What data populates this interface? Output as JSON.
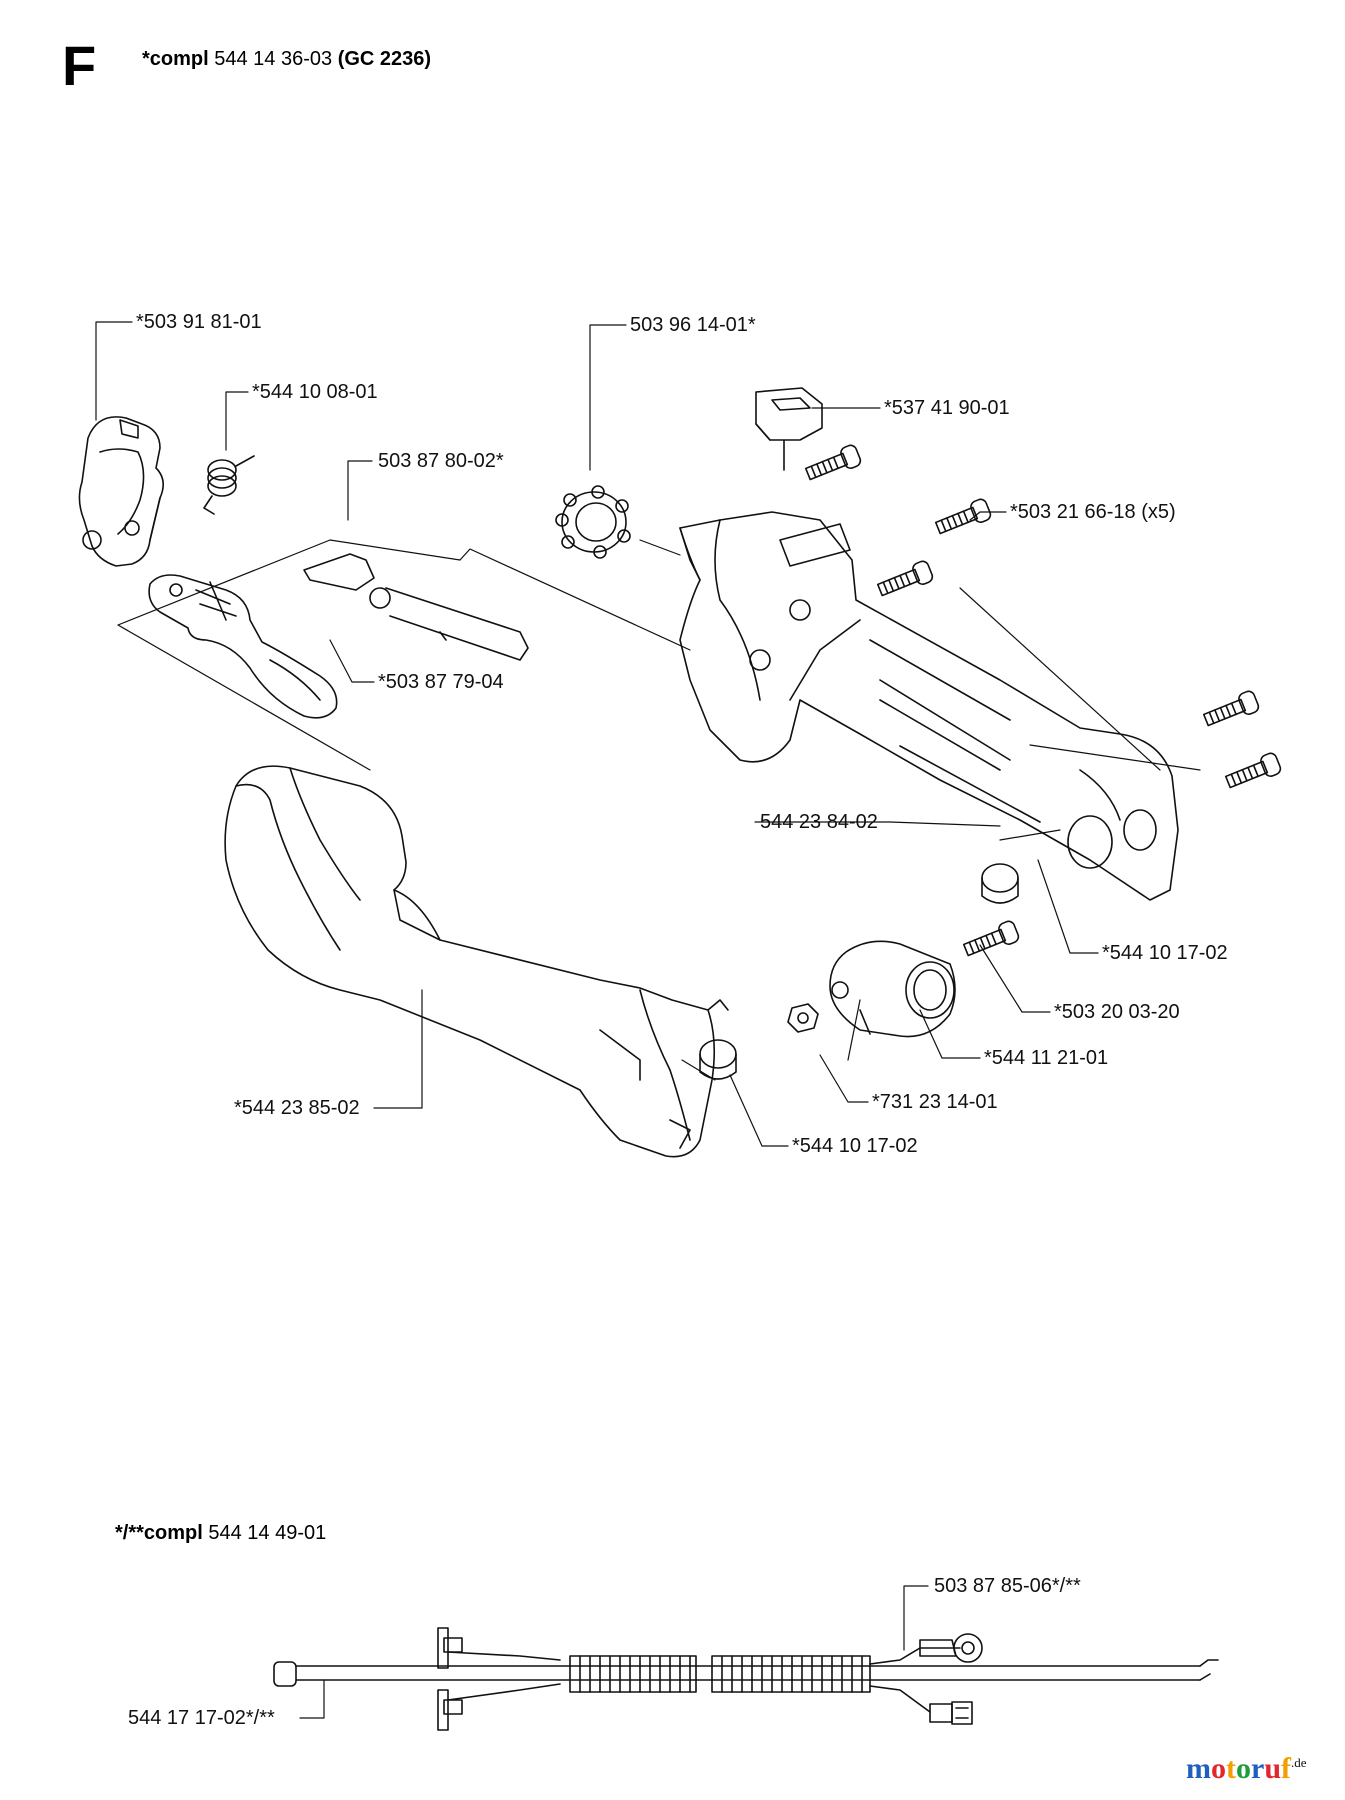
{
  "section": {
    "letter": "F"
  },
  "heading_top": {
    "bold1": "*compl",
    "number": "544 14 36-03",
    "bold2": "(GC 2236)"
  },
  "heading_bottom": {
    "bold1": "*/**compl",
    "number": "544 14 49-01"
  },
  "parts": {
    "p1": "*503 91 81-01",
    "p2": "*544 10 08-01",
    "p3": "503 87 80-02*",
    "p4": "503 96 14-01*",
    "p5": "*537 41 90-01",
    "p6": "*503 21 66-18 (x5)",
    "p7": "*503 87 79-04",
    "p8": "544 23 84-02",
    "p9": "*544 10 17-02",
    "p10": "*503 20 03-20",
    "p11": "*544 11 21-01",
    "p12": "*731 23 14-01",
    "p13": "*544 10 17-02",
    "p14": "*544 23 85-02",
    "p15": "503 87 85-06*/**",
    "p16": "544 17 17-02*/**"
  },
  "watermark": {
    "letters": [
      "m",
      "o",
      "t",
      "o",
      "r",
      "u",
      "f"
    ],
    "suffix": ".de",
    "colors": [
      "#1f5fbf",
      "#e3262b",
      "#f0a000",
      "#1f9d3a",
      "#1f5fbf",
      "#e3262b",
      "#f0a000"
    ]
  },
  "icons": [
    "clamp-part",
    "spring-part",
    "lever-part",
    "ring-part",
    "switch-part",
    "screw-part",
    "throttle-trigger-part",
    "handle-housing-part",
    "bushing-part",
    "sleeve-part",
    "nut-part",
    "cover-part",
    "cable-assembly-part",
    "terminal-part"
  ]
}
